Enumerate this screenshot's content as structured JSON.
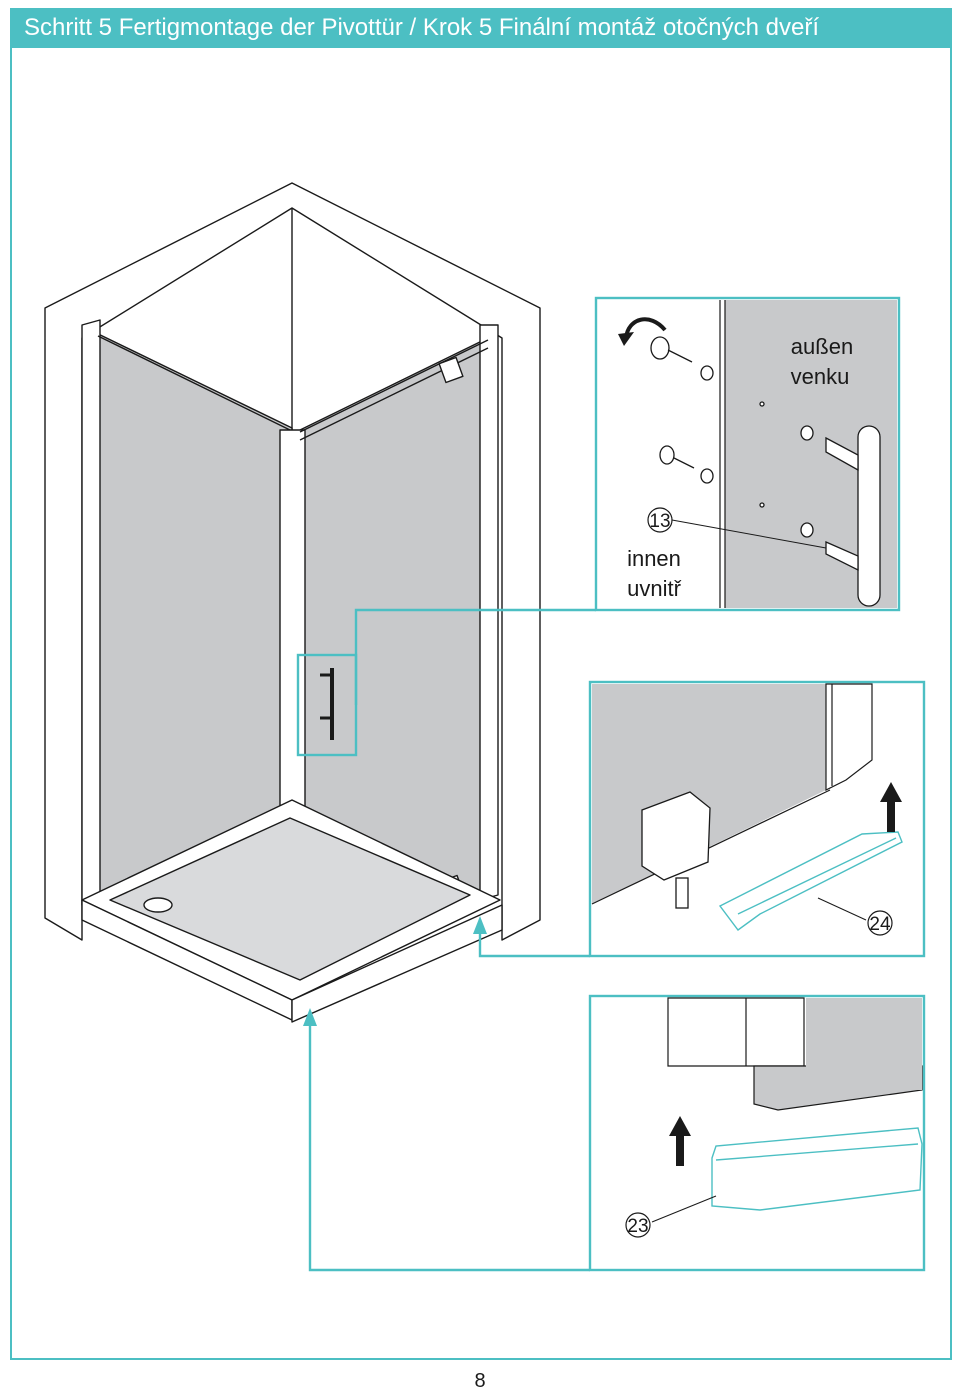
{
  "header": {
    "title": "Schritt 5 Fertigmontage der Pivottür / Krok 5 Finální montáž otočných dveří"
  },
  "labels": {
    "outside_de": "außen",
    "outside_cs": "venku",
    "inside_de": "innen",
    "inside_cs": "uvnitř"
  },
  "parts": {
    "handle": "13",
    "seal_bottom_door": "24",
    "seal_bottom_fixed": "23"
  },
  "colors": {
    "accent": "#4cbfc3",
    "glass": "#c8c9cb",
    "line": "#1a1a1a"
  },
  "page": {
    "number": "8"
  }
}
